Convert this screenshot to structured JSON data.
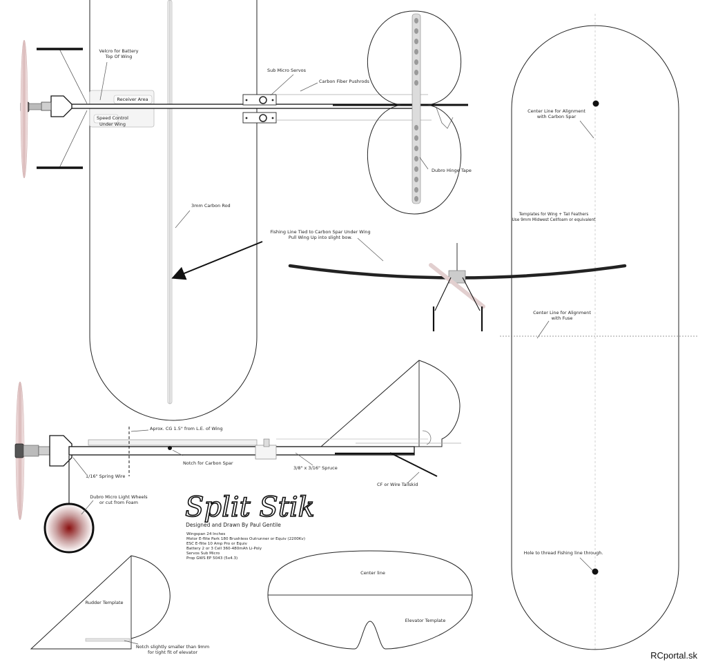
{
  "title": "Split Stik",
  "subtitle": "Designed and Drawn By Paul Gentile",
  "specs": [
    "Wingspan 24 Inches",
    "Motor E-flite Park 180 Brushless Outrunner or Equiv (2200Kv)",
    "ESC E-flite 10 Amp Pro or Equiv",
    "Battery 2 or 3 Cell 360-480mAh Li-Poly",
    "Servos Sub Micro",
    "Prop GWS EP 5043 (5x4.3)"
  ],
  "labels": {
    "velcro_1": "Velcro for Battery",
    "velcro_2": "Top Of Wing",
    "receiver": "Receiver Area",
    "speed_1": "Speed Control",
    "speed_2": "Under Wing",
    "servos": "Sub Micro Servos",
    "pushrods": "Carbon Fiber Pushrods",
    "hinge": "Dubro Hinge Tape",
    "carbon_rod": "3mm Carbon Rod",
    "fishing_1": "Fishing Line Tied to Carbon Spar Under Wing",
    "fishing_2": "Pull Wing Up into slight bow.",
    "centerline_1": "Center Line for Alignment",
    "centerline_2": "with Carbon Spar",
    "templates_1": "Templates for Wing + Tail Feathers",
    "templates_2": "Use 9mm Midwest Cellfoam or equivalent",
    "fuse_1": "Center Line for Alignment",
    "fuse_2": "with Fuse",
    "hole": "Hole to thread Fishing line through.",
    "cg": "Aprox. CG 1.5\" from L.E. of Wing",
    "notch_spar": "Notch for Carbon Spar",
    "spruce": "3/8\" x 3/16\" Spruce",
    "tailskid": "CF or Wire Tailskid",
    "spring": "1/16\" Spring Wire",
    "wheels_1": "Dubro Micro Light Wheels",
    "wheels_2": "or cut from Foam",
    "rudder": "Rudder Template",
    "elevator": "Elevator Template",
    "center_line": "Center line",
    "notch_1": "Notch slightly smaller than 9mm",
    "notch_2": "for tight fit of elevator"
  },
  "credit": "RCportal.sk"
}
